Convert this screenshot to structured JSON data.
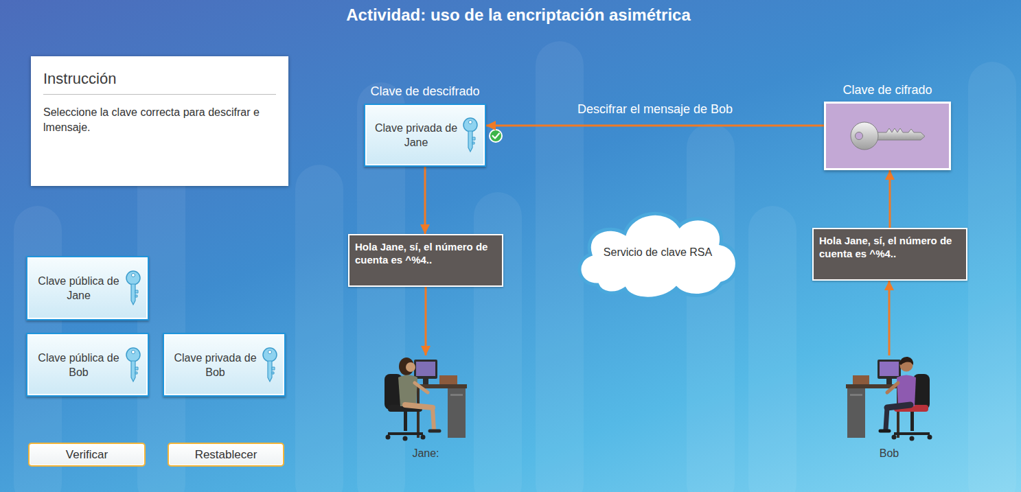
{
  "diagram": {
    "title": "Actividad: uso de la encriptación asimétrica",
    "nodes": [
      {
        "text": [
          "Instrucción",
          "Seleccione la clave correcta para descifrar e lmensaje."
        ]
      },
      {
        "text": [
          "Clave de descifrado",
          "Clave privada de Jane"
        ]
      },
      {
        "text": [
          "Clave de cifrado"
        ]
      },
      {
        "text": [
          "Hola Jane, sí, el número de cuenta es ^%4.."
        ]
      },
      {
        "text": [
          "Servicio de clave RSA"
        ]
      },
      {
        "text": [
          "Hola Jane, sí, el número de cuenta es ^%4.."
        ]
      },
      {
        "text": [
          "Clave pública de Jane"
        ]
      },
      {
        "text": [
          "Clave pública de Bob"
        ]
      },
      {
        "text": [
          "Clave privada de Bob"
        ]
      },
      {
        "text": [
          "Jane:"
        ]
      },
      {
        "text": [
          "Bob"
        ]
      },
      {
        "text": [
          "Verificar"
        ]
      },
      {
        "text": [
          "Restablecer"
        ]
      }
    ],
    "edges": [
      {
        "from": 10,
        "to": 5,
        "arrow": "to"
      },
      {
        "from": 5,
        "to": 2,
        "arrow": "to"
      },
      {
        "from": 2,
        "to": 1,
        "label": "Descifrar el mensaje de Bob",
        "arrow": "to"
      },
      {
        "from": 1,
        "to": 3,
        "arrow": "to"
      },
      {
        "from": 3,
        "to": 9,
        "arrow": "to"
      }
    ]
  }
}
